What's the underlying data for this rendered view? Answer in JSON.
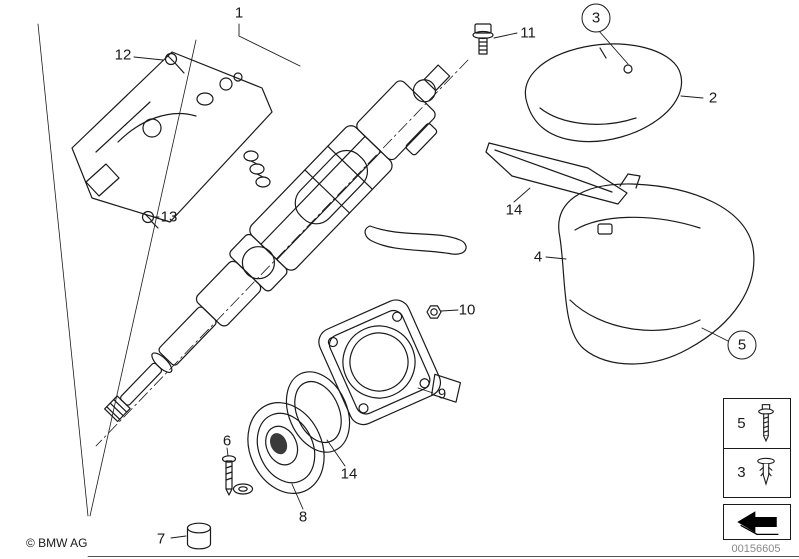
{
  "footer": {
    "copyright": "© BMW AG",
    "document_number": "00156605"
  },
  "callouts": {
    "c1": {
      "label": "1"
    },
    "c2": {
      "label": "2"
    },
    "c3": {
      "label": "3",
      "style": "circled"
    },
    "c4": {
      "label": "4"
    },
    "c5": {
      "label": "5",
      "style": "circled"
    },
    "c6": {
      "label": "6"
    },
    "c7": {
      "label": "7"
    },
    "c8": {
      "label": "8"
    },
    "c9": {
      "label": "9"
    },
    "c10": {
      "label": "10"
    },
    "c11": {
      "label": "11"
    },
    "c12": {
      "label": "12"
    },
    "c13": {
      "label": "13"
    },
    "c14a": {
      "label": "14"
    },
    "c14b": {
      "label": "14"
    }
  },
  "legend": {
    "items": [
      {
        "label": "5",
        "icon": "hex-bolt-icon"
      },
      {
        "label": "3",
        "icon": "push-rivet-icon"
      }
    ]
  },
  "direction_arrow": {
    "icon": "direction-arrow-icon"
  },
  "colors": {
    "line": "#1a1a1a",
    "muted_text": "#8a8a8a"
  }
}
